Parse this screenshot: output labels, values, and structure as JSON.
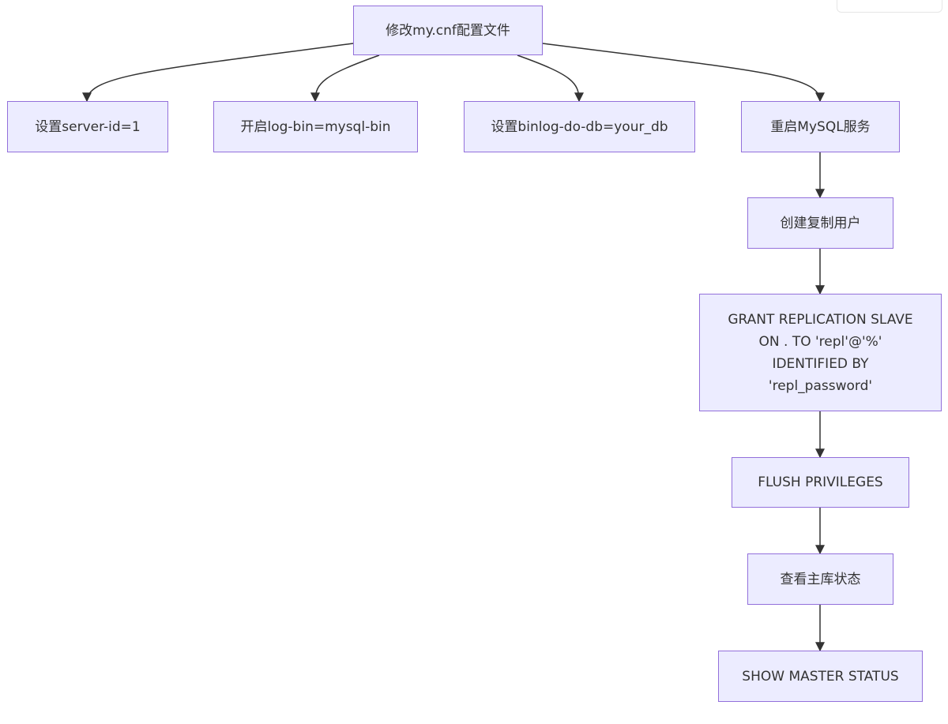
{
  "nodes": {
    "edit_config": "修改my.cnf配置文件",
    "server_id": "设置server-id=1",
    "log_bin": "开启log-bin=mysql-bin",
    "binlog_do_db": "设置binlog-do-db=your_db",
    "restart": "重启MySQL服务",
    "create_user": "创建复制用户",
    "grant": [
      "GRANT REPLICATION SLAVE",
      "ON . TO 'repl'@'%'",
      "IDENTIFIED BY",
      "'repl_password'"
    ],
    "flush": "FLUSH PRIVILEGES",
    "check_status": "查看主库状态",
    "show_status": "SHOW MASTER STATUS"
  },
  "colors": {
    "node_fill": "#ececff",
    "node_border": "#9370db",
    "edge": "#333333",
    "text": "#333333"
  }
}
